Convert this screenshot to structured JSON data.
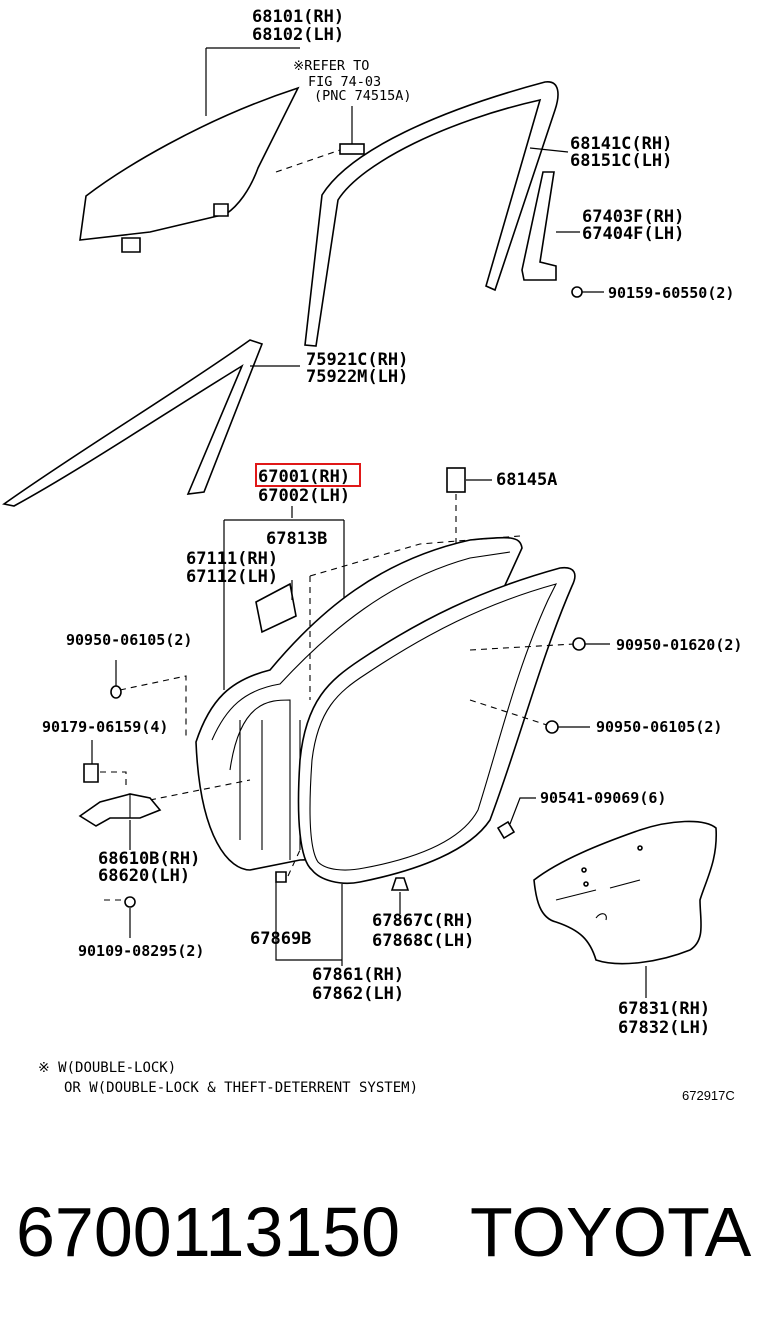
{
  "labels": {
    "glass_rh": "68101(RH)",
    "glass_lh": "68102(LH)",
    "refer_1": "※REFER TO",
    "refer_2": "FIG 74-03",
    "refer_3": "(PNC 74515A)",
    "runch_rh": "68141C(RH)",
    "runch_lh": "68151C(LH)",
    "sash_rh": "67403F(RH)",
    "sash_lh": "67404F(LH)",
    "bolt_sash": "90159-60550(2)",
    "mold_rh": "75921C(RH)",
    "mold_lh": "75922M(LH)",
    "door_rh": "67001(RH)",
    "door_lh": "67002(LH)",
    "seal_68145": "68145A",
    "part_67813": "67813B",
    "panel_rh": "67111(RH)",
    "panel_lh": "67112(LH)",
    "plug_left": "90950-06105(2)",
    "plug_right_top": "90950-01620(2)",
    "bolt_hinge": "90179-06159(4)",
    "plug_right_mid": "90950-06105(2)",
    "clip_90541": "90541-09069(6)",
    "hinge_rh": "68610B(RH)",
    "hinge_lh": "68620(LH)",
    "part_67867": "67867C(RH)",
    "part_67868": "67868C(LH)",
    "part_67869": "67869B",
    "bolt_bottom": "90109-08295(2)",
    "wstrip_rh": "67861(RH)",
    "wstrip_lh": "67862(LH)",
    "cover_rh": "67831(RH)",
    "cover_lh": "67832(LH)"
  },
  "notes": {
    "line1": "※ W(DOUBLE-LOCK)",
    "line2": "OR W(DOUBLE-LOCK & THEFT-DETERRENT SYSTEM)"
  },
  "figure_code": "672917C",
  "caption": {
    "part_number": "6700113150",
    "brand": "TOYOTA"
  },
  "highlight_color": "#e01818"
}
